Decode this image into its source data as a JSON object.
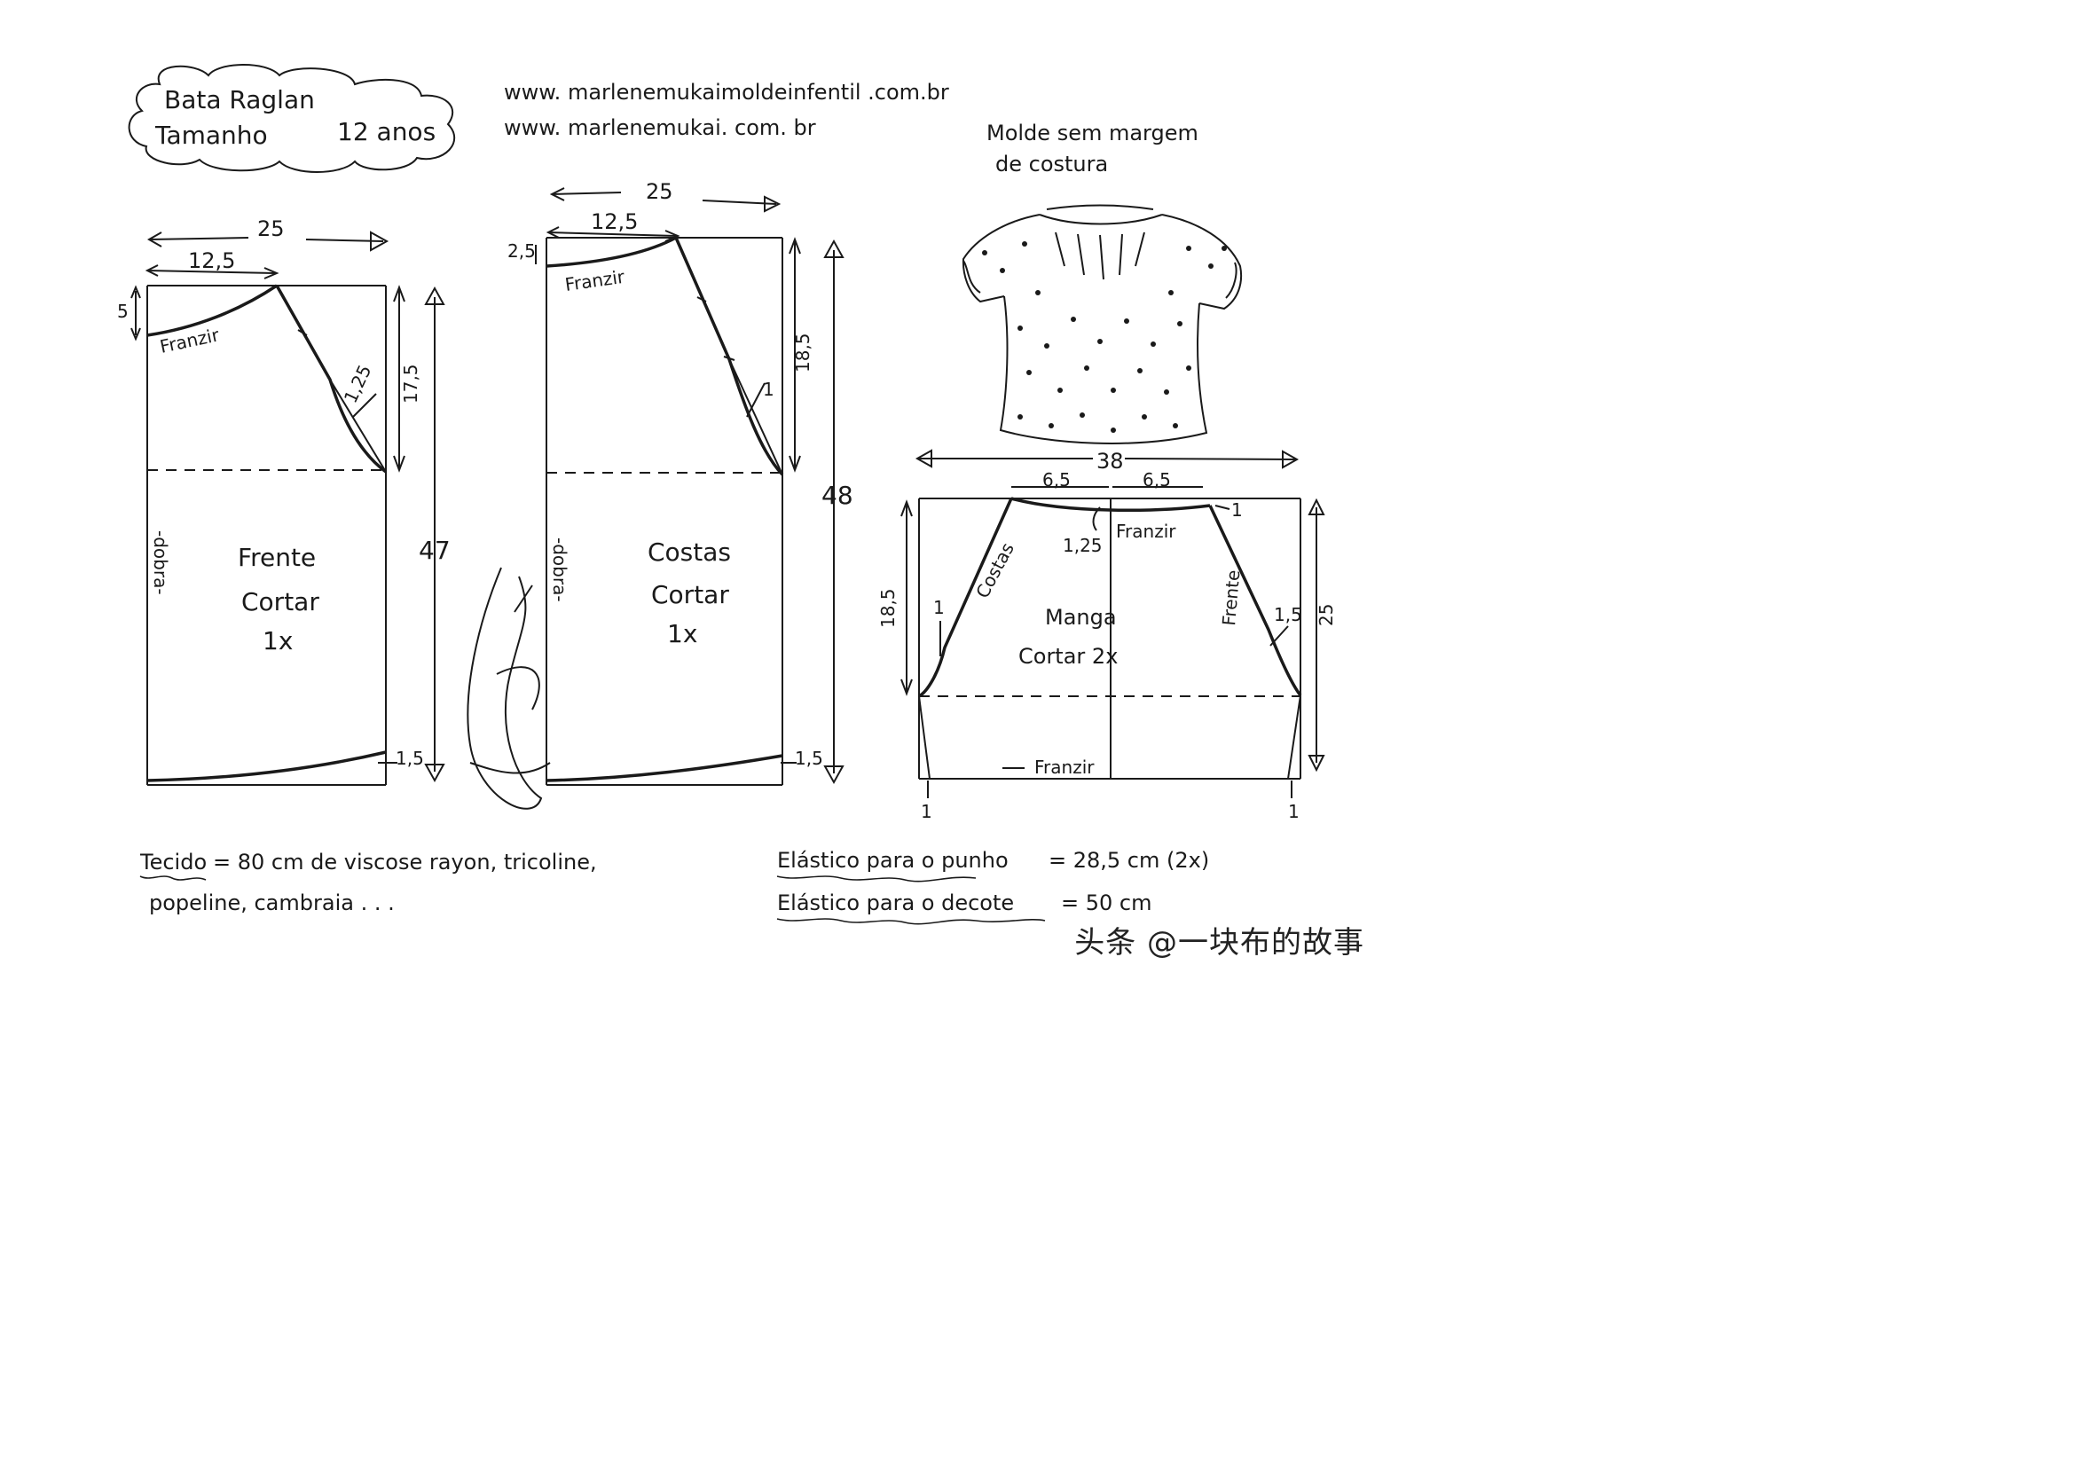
{
  "title_cloud": {
    "line1": "Bata Raglan",
    "line2": "Tamanho",
    "size": "12 anos"
  },
  "websites": [
    "www. marlenemukaimoldeinfentil .com.br",
    "www. marlenemukai. com. br"
  ],
  "note": {
    "line1": "Molde sem margem",
    "line2": "de costura"
  },
  "front": {
    "width": "25",
    "half": "12,5",
    "drop": "5",
    "franzir": "Franzir",
    "armhole_curve": "1,25",
    "armhole_height": "17,5",
    "length": "47",
    "hem": "1,5",
    "fold": "-dobra-",
    "title": "Frente",
    "cut": "Cortar",
    "qty": "1x"
  },
  "back": {
    "width": "25",
    "half": "12,5",
    "drop": "2,5",
    "franzir": "Franzir",
    "armhole_curve": "1",
    "armhole_height": "18,5",
    "length": "48",
    "hem": "1,5",
    "fold": "-dobra-",
    "title": "Costas",
    "cut": "Cortar",
    "qty": "1x"
  },
  "sleeve": {
    "width": "38",
    "left_half": "6,5",
    "right_half": "6,5",
    "top_right": "1",
    "center_drop": "1,25",
    "franzir_top": "Franzir",
    "back_label": "Costas",
    "front_label": "Frente",
    "left_height": "18,5",
    "right_height": "25",
    "left_curve": "1",
    "right_curve": "1,5",
    "title": "Manga",
    "cut": "Cortar 2x",
    "franzir_bottom": "Franzir",
    "bottom_left": "1",
    "bottom_right": "1"
  },
  "fabric_note": {
    "label": "Tecido",
    "line1": "= 80 cm de viscose rayon, tricoline,",
    "line2": "popeline, cambraia . . ."
  },
  "elastic_notes": [
    {
      "label": "Elástico para o punho",
      "value": "= 28,5 cm (2x)"
    },
    {
      "label": "Elástico para o decote",
      "value": "= 50 cm"
    }
  ],
  "signature_icon": "handwritten-signature",
  "watermark": "头条 @一块布的故事"
}
